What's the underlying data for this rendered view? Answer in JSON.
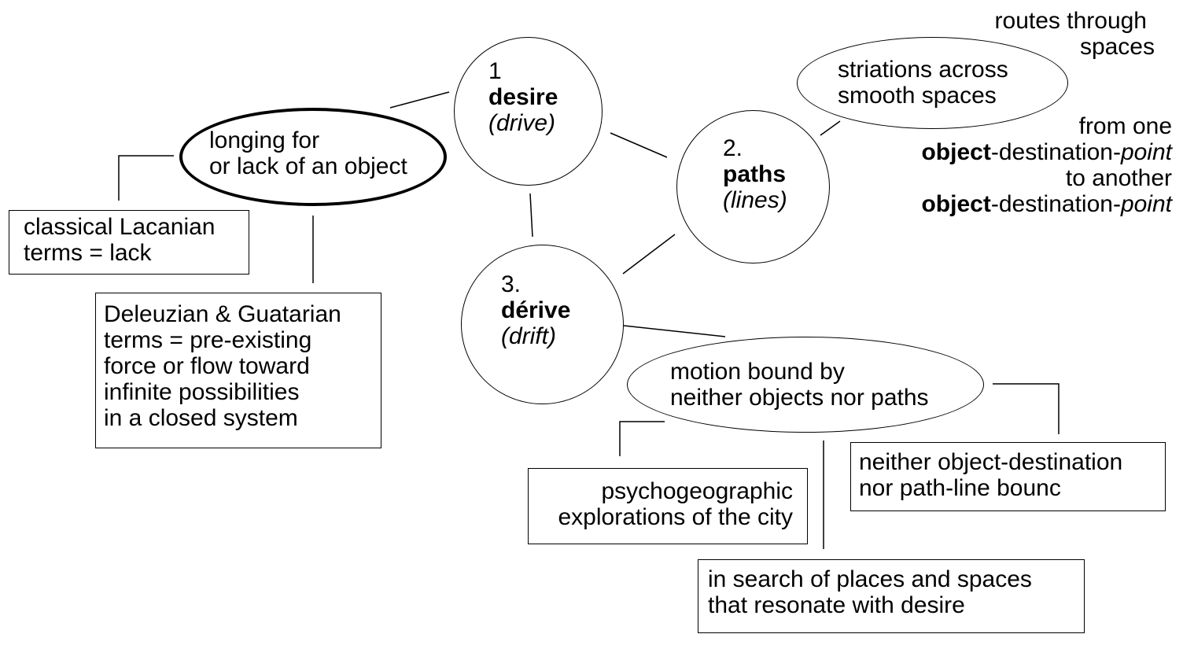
{
  "desire": {
    "num": "1",
    "title": "desire",
    "sub": "(drive)"
  },
  "paths": {
    "num": "2.",
    "title": "paths",
    "sub": "(lines)"
  },
  "derive": {
    "num": "3.",
    "title": "dérive",
    "sub": "(drift)"
  },
  "longing": {
    "line1": "longing for",
    "line2": "or lack of an object"
  },
  "lacanian": {
    "line1": "classical Lacanian",
    "line2": "terms = lack"
  },
  "deleuzian": {
    "lines": [
      "Deleuzian & Guatarian",
      "terms = pre-existing",
      "force or flow toward",
      "infinite possibilities",
      "in a closed system"
    ]
  },
  "striations": {
    "line1": "striations across",
    "line2": "smooth spaces"
  },
  "routes": {
    "line1": "routes through",
    "line2": "spaces"
  },
  "object_point": {
    "line1": "from one",
    "bold": "object",
    "mid": "-destination-",
    "ital": "point",
    "line3": "to another"
  },
  "motion": {
    "line1": "motion bound by",
    "line2": "neither objects nor paths"
  },
  "neither": {
    "line1": "neither object-destination",
    "line2": "nor path-line bounc"
  },
  "psycho": {
    "line1": "psychogeographic",
    "line2": "explorations of the city"
  },
  "search": {
    "line1": "in search of places and spaces",
    "line2": "that resonate with desire"
  }
}
